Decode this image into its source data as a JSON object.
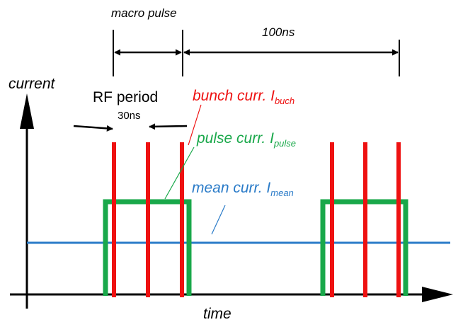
{
  "labels": {
    "macro_pulse": "macro pulse",
    "period_100": "100ns",
    "y_axis": "current",
    "x_axis": "time",
    "rf_period": "RF period",
    "rf_value": "30ns",
    "bunch": {
      "text": "bunch curr. I",
      "sub": "buch"
    },
    "pulse": {
      "text": "pulse curr. I",
      "sub": "pulse"
    },
    "mean": {
      "text": "mean curr. I",
      "sub": "mean"
    }
  },
  "colors": {
    "axis": "#000000",
    "bunch": "#ee1111",
    "pulse": "#19a84a",
    "mean": "#2a7bc8"
  }
}
